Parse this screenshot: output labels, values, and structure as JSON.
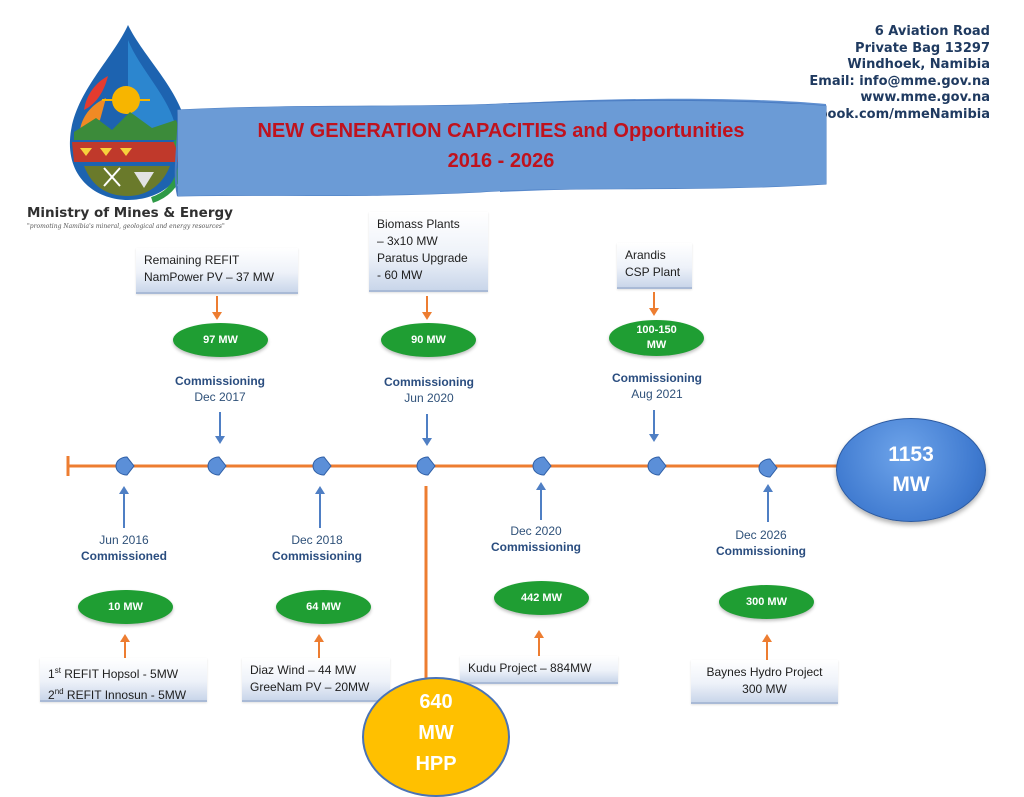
{
  "title_line1": "NEW GENERATION CAPACITIES and Opportunities",
  "title_line2": "2016 - 2026",
  "contact": {
    "line1": "6 Aviation Road",
    "line2": "Private Bag 13297",
    "line3": "Windhoek, Namibia",
    "line4": "Email: info@mme.gov.na",
    "line5": "www.mme.gov.na",
    "line6": "facebook.com/mmeNamibia"
  },
  "ministry": {
    "name": "Ministry of Mines & Energy",
    "slogan": "\"promoting Namibia's mineral, geological and energy resources\""
  },
  "timeline": {
    "total": {
      "value": "1153",
      "unit": "MW"
    },
    "top": [
      {
        "project_lines": [
          "Remaining REFIT",
          "NamPower PV – 37 MW"
        ],
        "capacity": "97 MW",
        "status": "Commissioning",
        "date": "Dec 2017"
      },
      {
        "project_lines": [
          "Biomass Plants",
          "– 3x10 MW",
          "Paratus Upgrade",
          "- 60 MW"
        ],
        "capacity": "90 MW",
        "status": "Commissioning",
        "date": "Jun 2020"
      },
      {
        "project_lines": [
          "Arandis",
          "CSP Plant"
        ],
        "capacity_lines": [
          "100-150",
          "MW"
        ],
        "status": "Commissioning",
        "date": "Aug 2021"
      }
    ],
    "bottom": [
      {
        "date": "Jun 2016",
        "status": "Commissioned",
        "capacity": "10 MW",
        "line1_prefix": "1",
        "line1_sup": "st",
        "line1_rest": " REFIT Hopsol - 5MW",
        "line2_prefix": "2",
        "line2_sup": "nd",
        "line2_rest": " REFIT Innosun - 5MW"
      },
      {
        "date": "Dec 2018",
        "status": "Commissioning",
        "capacity": "64 MW",
        "project_lines": [
          "Diaz Wind – 44 MW",
          "GreeNam PV – 20MW"
        ]
      },
      {
        "date": "Dec 2020",
        "status": "Commissioning",
        "capacity": "442 MW",
        "project_lines": [
          "Kudu Project – 884MW"
        ]
      },
      {
        "date": "Dec 2026",
        "status": "Commissioning",
        "capacity": "300 MW",
        "project_lines": [
          "Baynes Hydro Project",
          "300 MW"
        ]
      }
    ],
    "hpp": {
      "line1": "640",
      "line2": "MW",
      "line3": "HPP"
    }
  },
  "colors": {
    "timeline": "#ed7d31",
    "marker": "#5b8fd8",
    "capacity_pill": "#1f9e33",
    "title": "#c0121d",
    "banner": "#6b9bd6",
    "total_circle": "#3e79cf",
    "hpp_circle": "#ffc000"
  }
}
